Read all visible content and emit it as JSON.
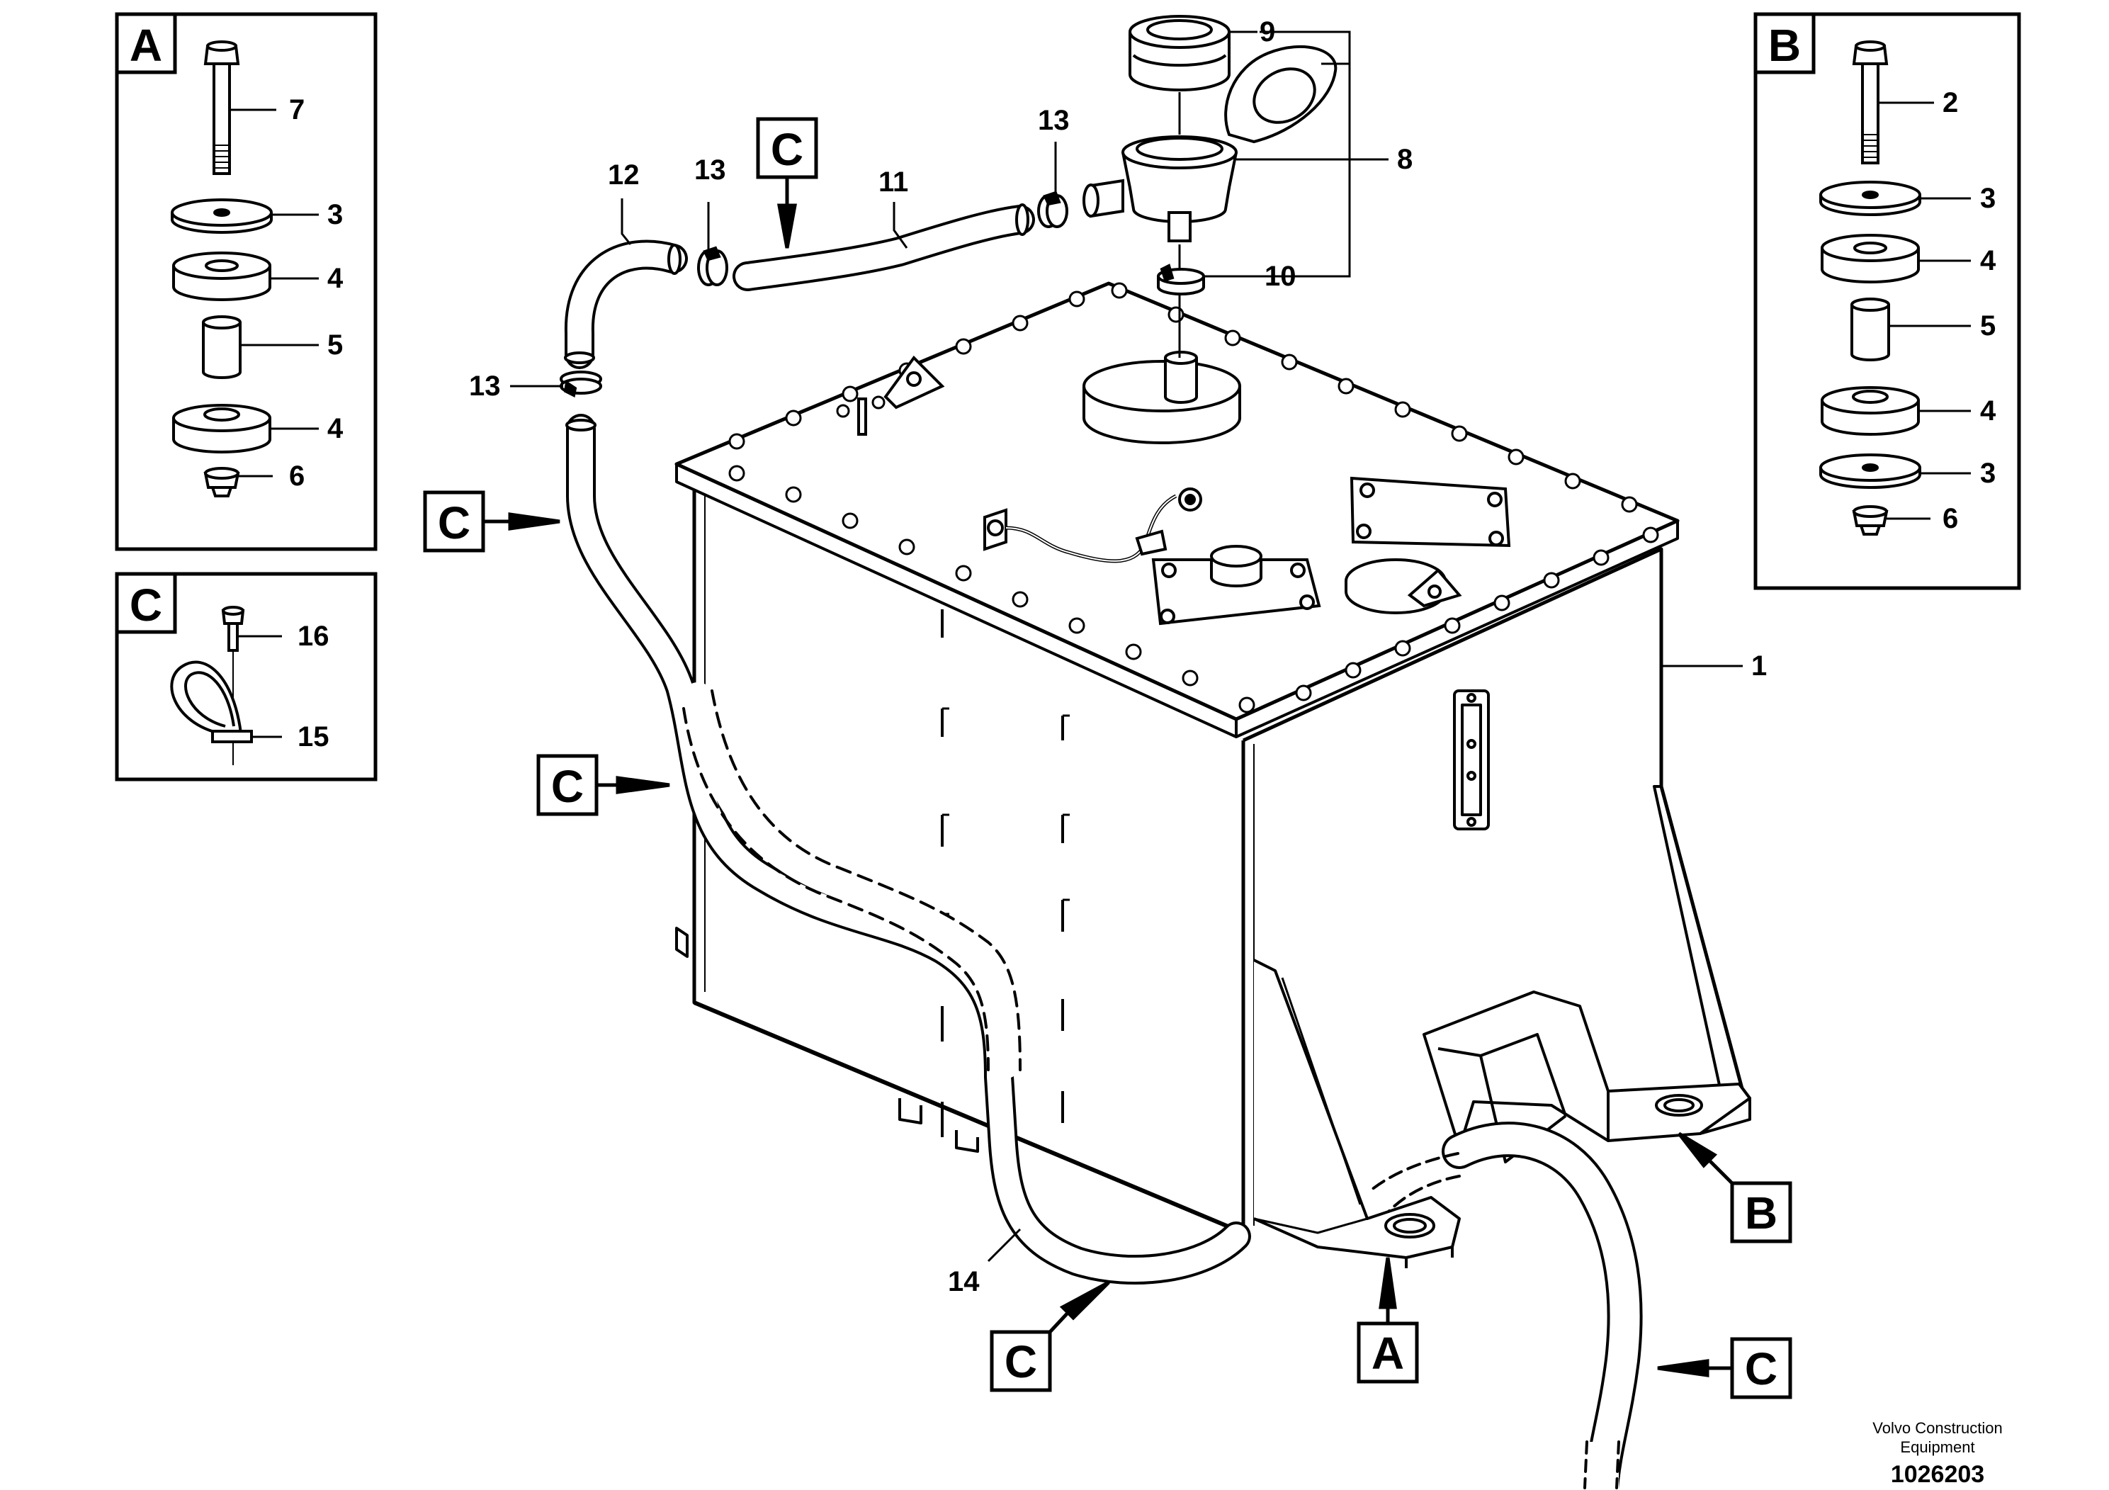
{
  "inset_A": {
    "letter": "A",
    "items": [
      {
        "num": "7",
        "name": "bolt"
      },
      {
        "num": "3",
        "name": "washer"
      },
      {
        "num": "4",
        "name": "rubber-mount"
      },
      {
        "num": "5",
        "name": "spacer"
      },
      {
        "num": "4",
        "name": "rubber-mount"
      },
      {
        "num": "6",
        "name": "nut"
      }
    ]
  },
  "inset_B": {
    "letter": "B",
    "items": [
      {
        "num": "2",
        "name": "bolt"
      },
      {
        "num": "3",
        "name": "washer"
      },
      {
        "num": "4",
        "name": "rubber-mount"
      },
      {
        "num": "5",
        "name": "spacer"
      },
      {
        "num": "4",
        "name": "rubber-mount"
      },
      {
        "num": "3",
        "name": "washer"
      },
      {
        "num": "6",
        "name": "nut"
      }
    ]
  },
  "inset_C": {
    "letter": "C",
    "items": [
      {
        "num": "16",
        "name": "screw"
      },
      {
        "num": "15",
        "name": "hose-clamp"
      }
    ]
  },
  "main": {
    "part_labels": {
      "tank": "1",
      "filler_cap": "9",
      "breather_filter": "8",
      "lower_clamp": "10",
      "hose_11": "11",
      "hose_12": "12",
      "clamp_13_right": "13",
      "clamp_13_middle": "13",
      "clamp_13_left": "13",
      "hose_14": "14"
    },
    "callouts": {
      "c_top": "C",
      "c_left_upper": "C",
      "c_left_lower": "C",
      "c_bottom_left": "C",
      "c_bottom_right": "C",
      "a_bottom": "A",
      "b_right": "B"
    }
  },
  "footer": {
    "company_line1": "Volvo Construction",
    "company_line2": "Equipment",
    "drawing_number": "1026203"
  }
}
